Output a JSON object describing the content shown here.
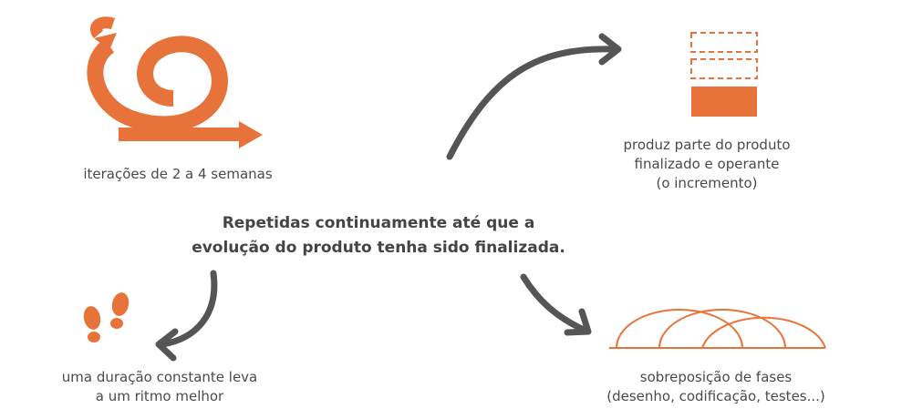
{
  "colors": {
    "accent": "#E8733A",
    "arrow": "#555555",
    "text": "#4a4a4a"
  },
  "center": {
    "line1": "Repetidas continuamente até que a",
    "line2": "evolução do produto tenha sido finalizada."
  },
  "iterations": {
    "icon": "scrum-cycle-icon",
    "label": "iterações de 2 a 4 semanas"
  },
  "increment": {
    "icon": "stacked-blocks-icon",
    "line1": "produz parte do produto",
    "line2": "finalizado e operante",
    "line3": "(o incremento)"
  },
  "rhythm": {
    "icon": "footprints-icon",
    "line1": "uma duração constante leva",
    "line2": "a um ritmo melhor"
  },
  "overlap": {
    "icon": "overlapping-arcs-icon",
    "line1": "sobreposição de fases",
    "line2": "(desenho, codificação, testes...)"
  }
}
